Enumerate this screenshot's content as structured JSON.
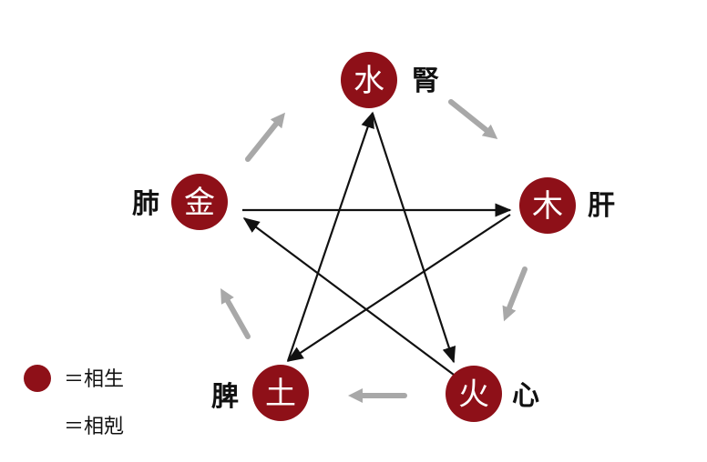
{
  "colors": {
    "node_fill": "#8e1018",
    "node_text": "#ffffff",
    "generating_arrow": "#a8a8a8",
    "controlling_arrow": "#111111"
  },
  "nodes": {
    "water": {
      "element": "水",
      "organ": "腎"
    },
    "wood": {
      "element": "木",
      "organ": "肝"
    },
    "fire": {
      "element": "火",
      "organ": "心"
    },
    "earth": {
      "element": "土",
      "organ": "脾"
    },
    "metal": {
      "element": "金",
      "organ": "肺"
    }
  },
  "legend": {
    "generating_label": "＝相生",
    "controlling_label": "＝相剋"
  }
}
